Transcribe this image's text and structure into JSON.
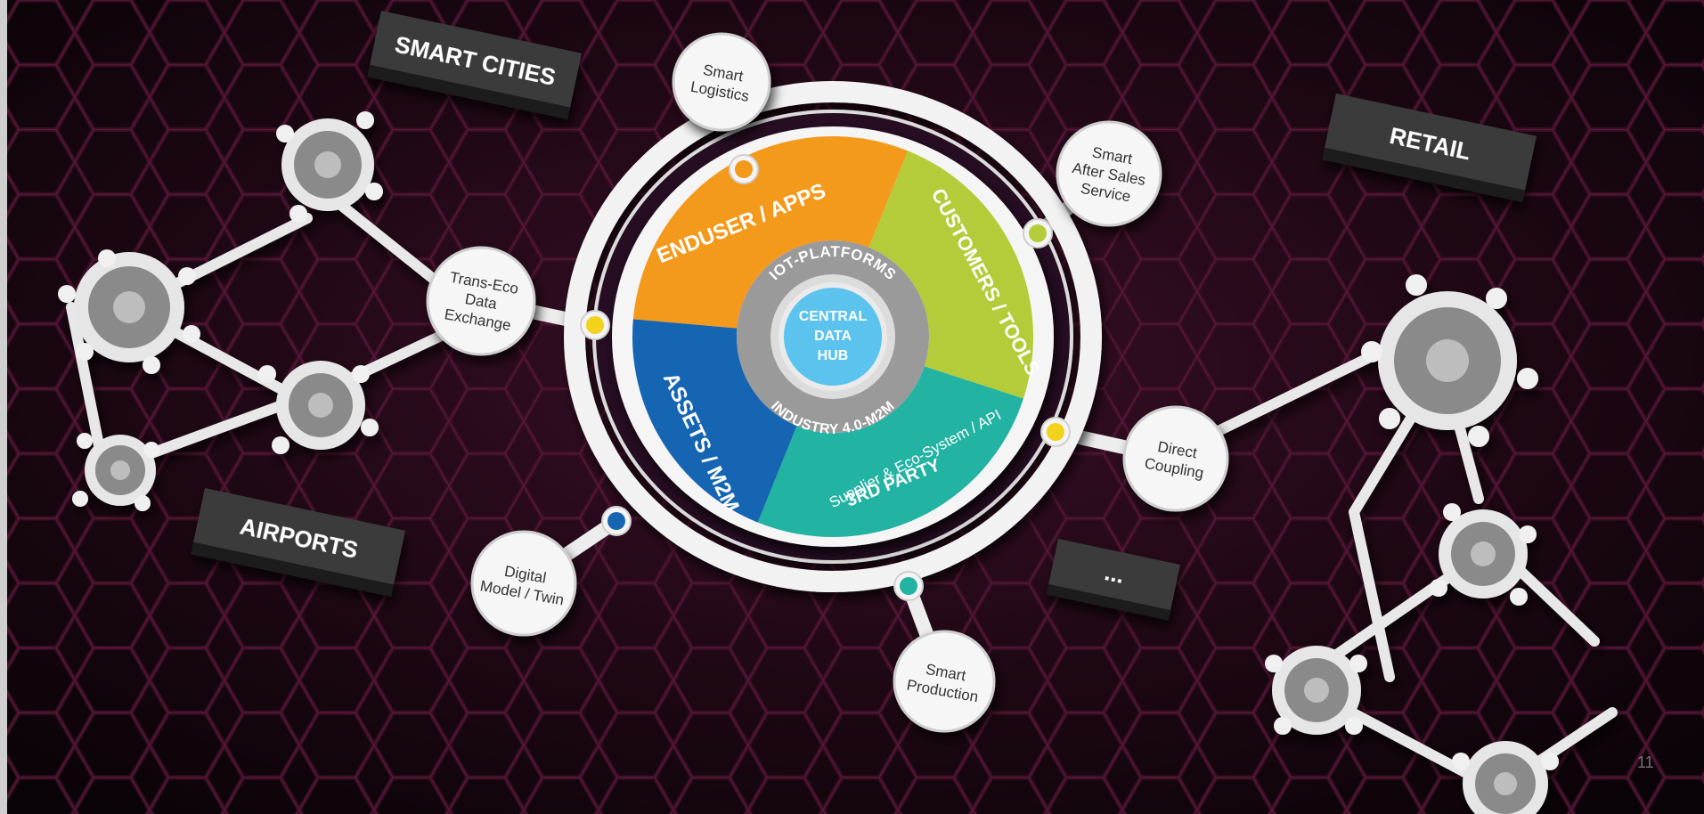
{
  "colors": {
    "background": "#1a0812",
    "grid_glow": "#c02a72",
    "enduser": "#f39a1d",
    "customers": "#b5cc3a",
    "third_party": "#22b3a3",
    "assets": "#1565b3",
    "inner_ring": "#9a9a9a",
    "hub": "#5bc3ee",
    "label_box": "#3a3a3a"
  },
  "segments": {
    "enduser": "ENDUSER / APPS",
    "customers": "CUSTOMERS / TOOLS",
    "third_party_title": "3RD PARTY",
    "third_party_sub": "Supplier & Eco-System / API",
    "assets": "ASSETS / M2M"
  },
  "inner_ring": {
    "top": "IOT-PLATFORMS",
    "bottom": "INDUSTRY 4.0-M2M"
  },
  "hub": [
    "CENTRAL",
    "DATA",
    "HUB"
  ],
  "satellites": [
    {
      "id": "smart-logistics",
      "lines": [
        "Smart",
        "Logistics"
      ],
      "dot": "#f39a1d"
    },
    {
      "id": "smart-after-sales-service",
      "lines": [
        "Smart",
        "After Sales",
        "Service"
      ],
      "dot": "#b5cc3a"
    },
    {
      "id": "trans-eco-data-exchange",
      "lines": [
        "Trans-Eco",
        "Data",
        "Exchange"
      ],
      "dot": "#f2d21b"
    },
    {
      "id": "direct-coupling",
      "lines": [
        "Direct",
        "Coupling"
      ],
      "dot": "#f2d21b"
    },
    {
      "id": "digital-model-twin",
      "lines": [
        "Digital",
        "Model / Twin"
      ],
      "dot": "#1565b3"
    },
    {
      "id": "smart-production",
      "lines": [
        "Smart",
        "Production"
      ],
      "dot": "#22b3a3"
    }
  ],
  "sector_labels": {
    "smart_cities": "SMART CITIES",
    "retail": "RETAIL",
    "airports": "AIRPORTS",
    "more": "..."
  },
  "page_number": "11"
}
